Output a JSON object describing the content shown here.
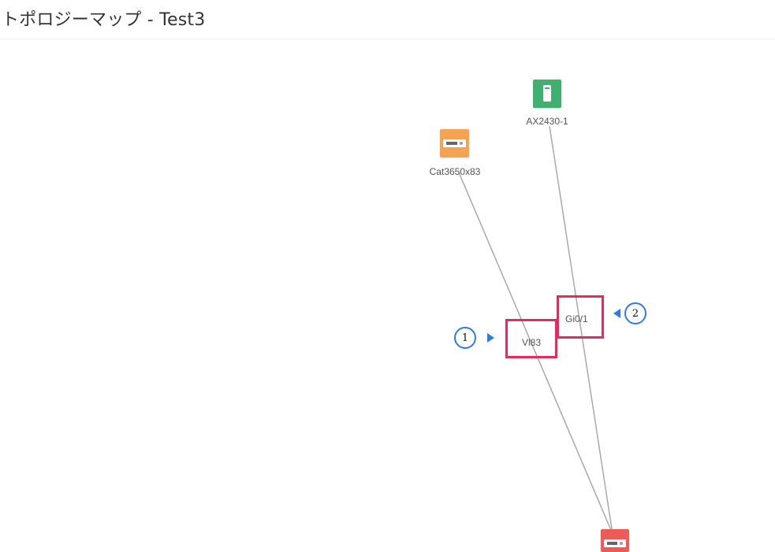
{
  "page": {
    "title": "トポロジーマップ - Test3"
  },
  "nodes": [
    {
      "label": "AX2430-1",
      "color": "#3fb06f",
      "icon": "tower-device-icon"
    },
    {
      "label": "Cat3650x83",
      "color": "#f5a351",
      "icon": "switch-device-icon"
    },
    {
      "label": "",
      "color": "#ec5b57",
      "icon": "router-device-icon"
    }
  ],
  "ports": {
    "vl83": "Vl83",
    "gi01": "Gi0/1"
  },
  "callouts": {
    "one": "1",
    "two": "2"
  },
  "colors": {
    "link": "#a9a9a9",
    "highlight": "#ea2a5a",
    "callout": "#2d7be8"
  }
}
